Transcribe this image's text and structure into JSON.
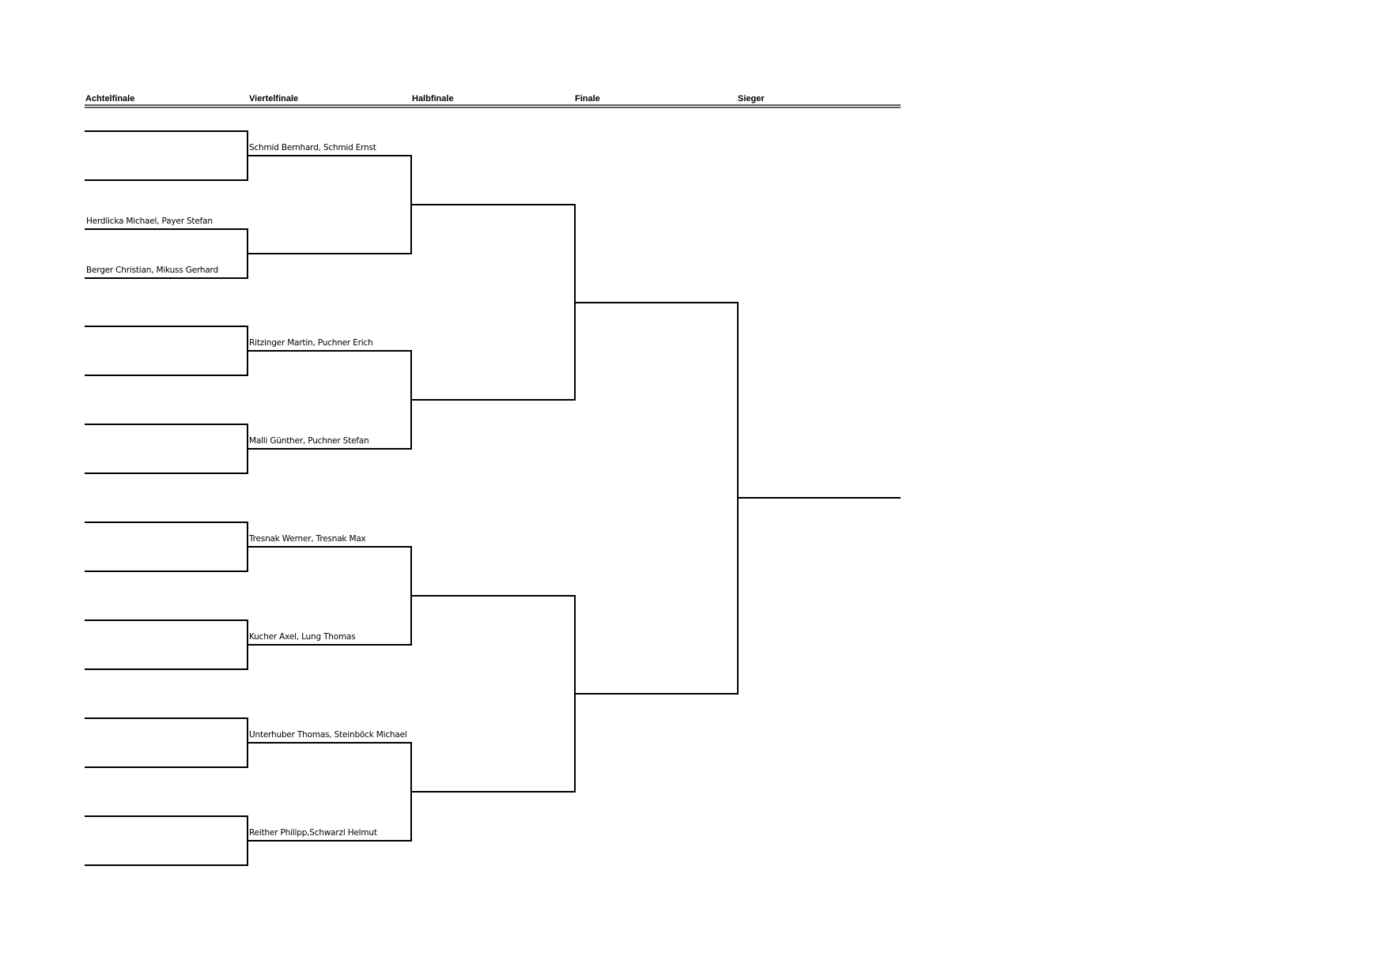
{
  "headers": {
    "round_of_16": "Achtelfinale",
    "quarterfinal": "Viertelfinale",
    "semifinal": "Halbfinale",
    "final": "Finale",
    "winner": "Sieger"
  },
  "round_of_16": {
    "match_2_top": "Herdlicka Michael, Payer Stefan",
    "match_2_bottom": "Berger Christian, Mikuss Gerhard"
  },
  "quarterfinal": [
    "Schmid Bernhard, Schmid Ernst",
    "Ritzinger Martin, Puchner Erich",
    "Malli Günther, Puchner Stefan",
    "Tresnak Werner, Tresnak Max",
    "Kucher Axel, Lung Thomas",
    "Unterhuber Thomas, Steinböck Michael",
    "Reither Philipp,Schwarzl Helmut"
  ]
}
